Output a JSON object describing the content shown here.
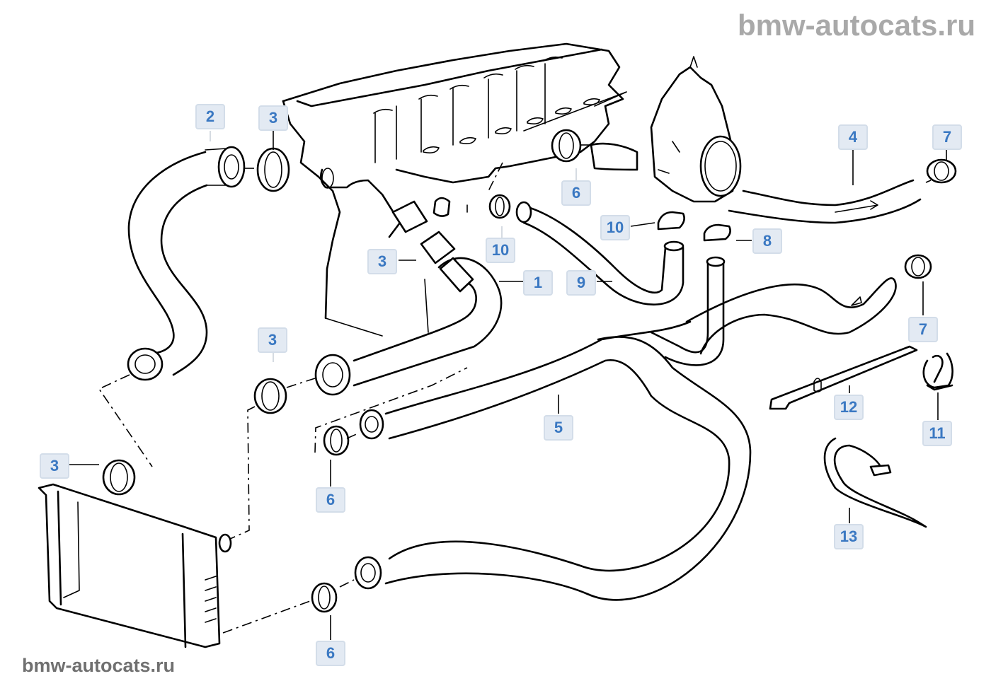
{
  "diagram": {
    "subject": "Cooling system water hoses (engine, radiator, throttle body)",
    "watermark_top": "bmw-autocats.ru",
    "watermark_bottom": "bmw-autocats.ru",
    "colors": {
      "badge_fill": "#e3eaf3",
      "badge_border": "#d3dde9",
      "badge_text": "#3a78c2",
      "line_art": "#000000",
      "watermark_top": "#a9a9a9",
      "watermark_bottom": "#707070"
    },
    "callouts": [
      {
        "id": "c2",
        "label": "2"
      },
      {
        "id": "c3a",
        "label": "3"
      },
      {
        "id": "c4",
        "label": "4"
      },
      {
        "id": "c7a",
        "label": "7"
      },
      {
        "id": "c6a",
        "label": "6"
      },
      {
        "id": "c10a",
        "label": "10"
      },
      {
        "id": "c8",
        "label": "8"
      },
      {
        "id": "c10b",
        "label": "10"
      },
      {
        "id": "c3b",
        "label": "3"
      },
      {
        "id": "c1",
        "label": "1"
      },
      {
        "id": "c9",
        "label": "9"
      },
      {
        "id": "c7b",
        "label": "7"
      },
      {
        "id": "c3c",
        "label": "3"
      },
      {
        "id": "c12",
        "label": "12"
      },
      {
        "id": "c5",
        "label": "5"
      },
      {
        "id": "c11",
        "label": "11"
      },
      {
        "id": "c3d",
        "label": "3"
      },
      {
        "id": "c6b",
        "label": "6"
      },
      {
        "id": "c13",
        "label": "13"
      },
      {
        "id": "c6c",
        "label": "6"
      }
    ]
  }
}
